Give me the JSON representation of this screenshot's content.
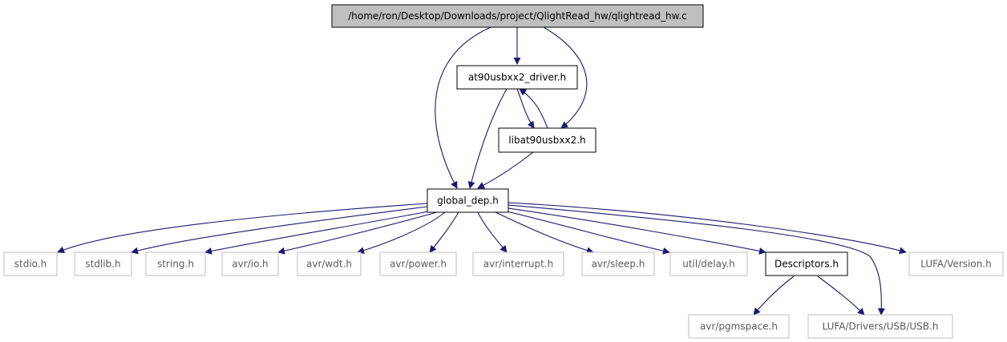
{
  "graph": {
    "edge_color": "#191970",
    "root": {
      "label": "/home/ron/Desktop/Downloads/project/QlightRead_hw/qlightread_hw.c",
      "fill": "#bfbfbf",
      "border": "#000000"
    },
    "local_nodes": [
      {
        "id": "at90",
        "label": "at90usbxx2_driver.h"
      },
      {
        "id": "libat",
        "label": "libat90usbxx2.h"
      },
      {
        "id": "global",
        "label": "global_dep.h"
      },
      {
        "id": "descriptors",
        "label": "Descriptors.h"
      }
    ],
    "external_nodes": [
      {
        "id": "stdio",
        "label": "stdio.h"
      },
      {
        "id": "stdlib",
        "label": "stdlib.h"
      },
      {
        "id": "string",
        "label": "string.h"
      },
      {
        "id": "avrio",
        "label": "avr/io.h"
      },
      {
        "id": "avrwdt",
        "label": "avr/wdt.h"
      },
      {
        "id": "avrpower",
        "label": "avr/power.h"
      },
      {
        "id": "avrinterrupt",
        "label": "avr/interrupt.h"
      },
      {
        "id": "avrsleep",
        "label": "avr/sleep.h"
      },
      {
        "id": "utildelay",
        "label": "util/delay.h"
      },
      {
        "id": "lufaversion",
        "label": "LUFA/Version.h"
      },
      {
        "id": "avrpgmspace",
        "label": "avr/pgmspace.h"
      },
      {
        "id": "lufausb",
        "label": "LUFA/Drivers/USB/USB.h"
      }
    ],
    "local_border": "#000000",
    "external_border": "#bfbfbf",
    "external_text": "#5a5a5a",
    "edges": [
      [
        "root",
        "at90"
      ],
      [
        "root",
        "libat"
      ],
      [
        "root",
        "global"
      ],
      [
        "at90",
        "libat"
      ],
      [
        "libat",
        "at90"
      ],
      [
        "at90",
        "global"
      ],
      [
        "libat",
        "global"
      ],
      [
        "global",
        "stdio"
      ],
      [
        "global",
        "stdlib"
      ],
      [
        "global",
        "string"
      ],
      [
        "global",
        "avrio"
      ],
      [
        "global",
        "avrwdt"
      ],
      [
        "global",
        "avrpower"
      ],
      [
        "global",
        "avrinterrupt"
      ],
      [
        "global",
        "avrsleep"
      ],
      [
        "global",
        "utildelay"
      ],
      [
        "global",
        "descriptors"
      ],
      [
        "global",
        "lufausb"
      ],
      [
        "global",
        "lufaversion"
      ],
      [
        "descriptors",
        "avrpgmspace"
      ],
      [
        "descriptors",
        "lufausb"
      ]
    ]
  }
}
